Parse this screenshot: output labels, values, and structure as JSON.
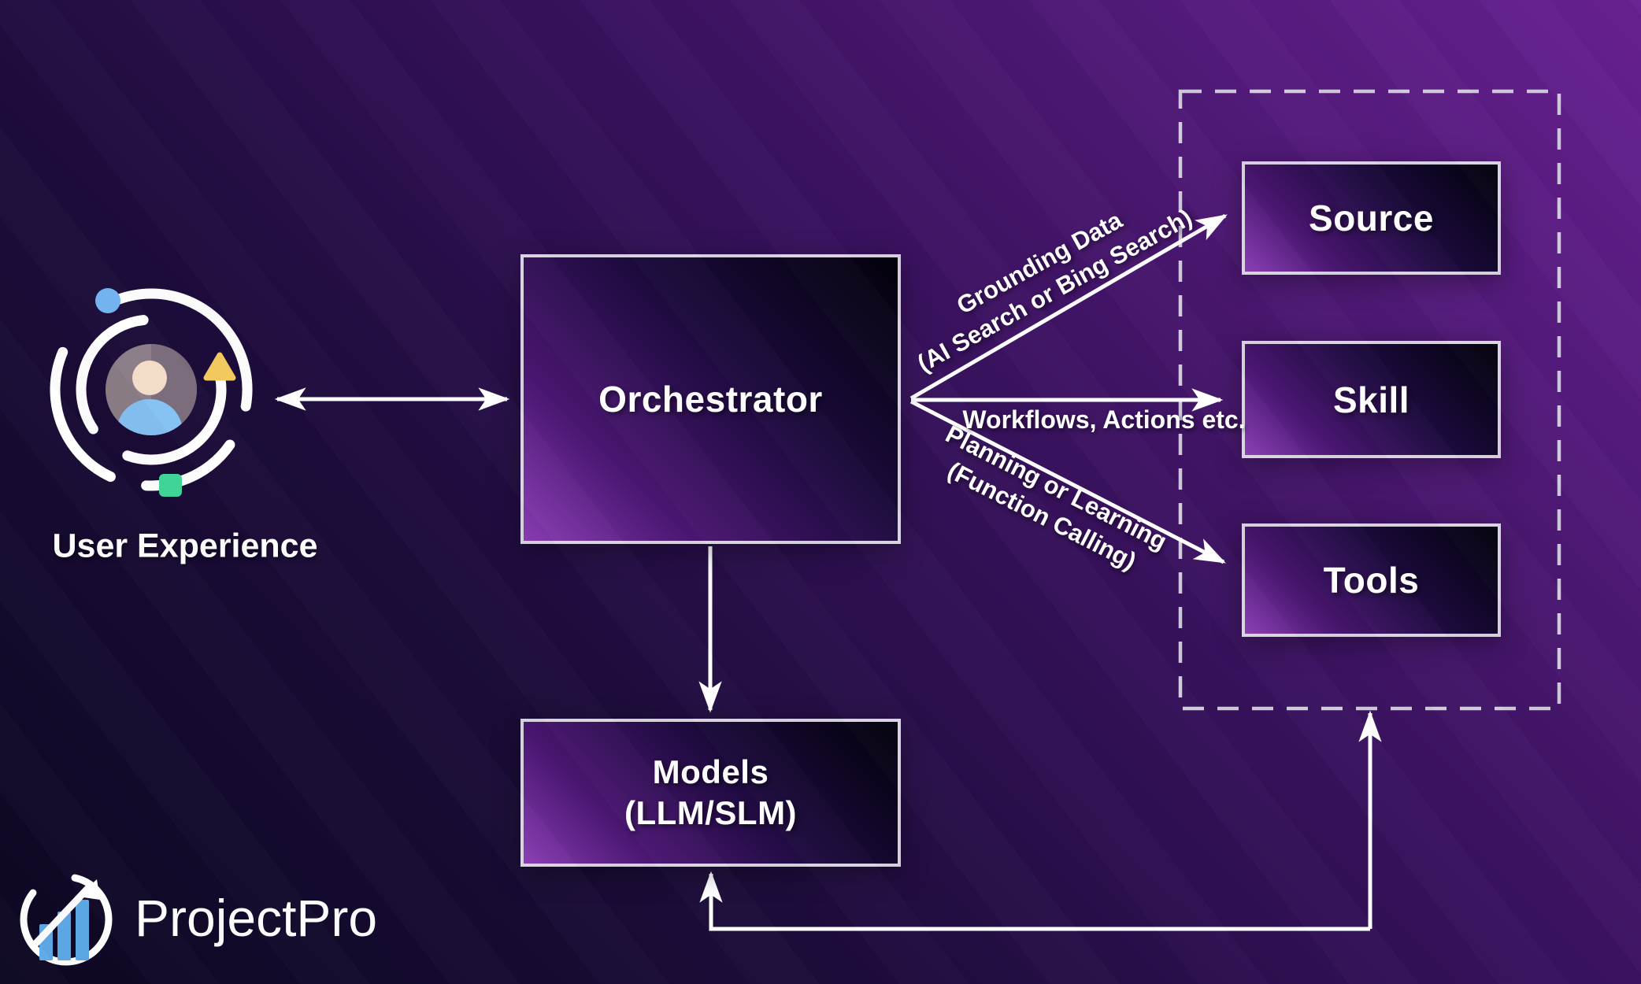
{
  "nodes": {
    "user_experience": {
      "label": "User Experience"
    },
    "orchestrator": {
      "label": "Orchestrator"
    },
    "models": {
      "line1": "Models",
      "line2": "(LLM/SLM)"
    },
    "services": [
      {
        "label": "Source"
      },
      {
        "label": "Skill"
      },
      {
        "label": "Tools"
      }
    ]
  },
  "edges": {
    "grounding": {
      "line1": "Grounding Data",
      "line2": "(AI Search or Bing Search)"
    },
    "workflows": {
      "label": "Workflows, Actions etc."
    },
    "planning": {
      "line1": "Planning or Learning",
      "line2": "(Function Calling)"
    }
  },
  "logo": {
    "text": "ProjectPro"
  },
  "colors": {
    "background_bottom_left": "#0d0822",
    "background_top_right": "#692192",
    "box_gradient_bright": "#8a3db4",
    "box_gradient_dark": "#050210",
    "box_border": "#d7d4e0",
    "dashed_border": "#d0cbdc",
    "arrow": "#ffffff",
    "text": "#ffffff",
    "icon_dot_blue": "#70b2f0",
    "icon_triangle_yellow": "#f6cd5f",
    "icon_square_green": "#41d89b",
    "icon_avatar_gray": "#8b7d87",
    "icon_head_beige": "#f3dcc7",
    "icon_body_blue": "#84c1f3",
    "logo_bar_blue": "#5fa9e8"
  }
}
